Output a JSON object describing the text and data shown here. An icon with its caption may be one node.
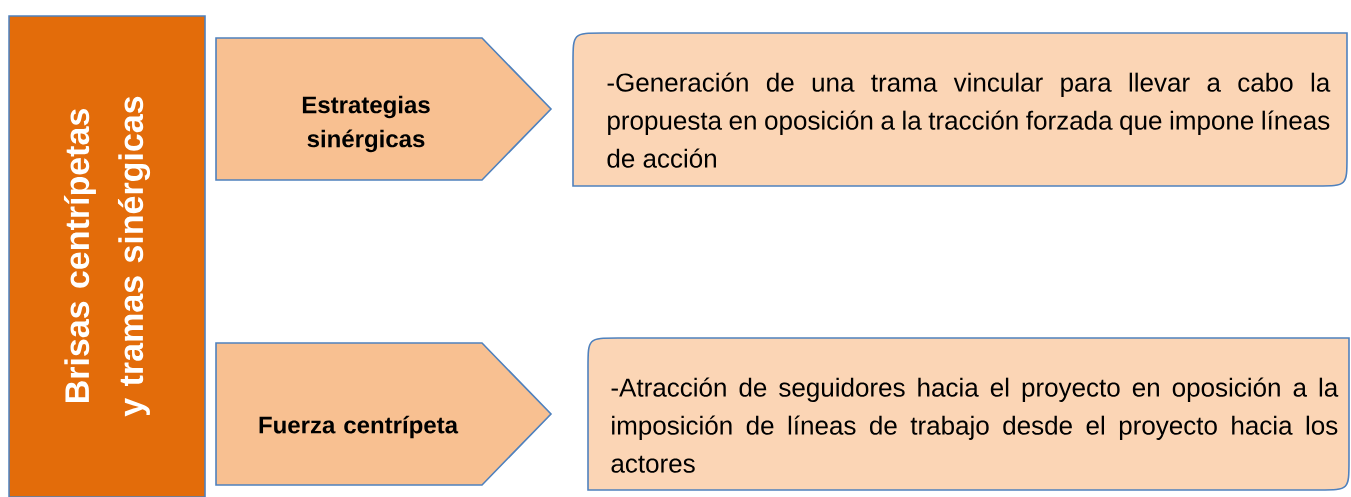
{
  "diagram": {
    "nodes": [
      {
        "text": [
          "Brisas centrípetas y tramas sinérgicas"
        ]
      },
      {
        "text": [
          "Estrategias sinérgicas"
        ]
      },
      {
        "text": [
          "-Generación de una trama vincular para llevar a cabo la propuesta en oposición a la tracción forzada que impone líneas de acción"
        ]
      },
      {
        "text": [
          "Fuerza centrípeta"
        ]
      },
      {
        "text": [
          "-Atracción de seguidores hacia el proyecto en oposición a la imposición de líneas de trabajo desde el proyecto hacia los actores"
        ]
      }
    ]
  }
}
